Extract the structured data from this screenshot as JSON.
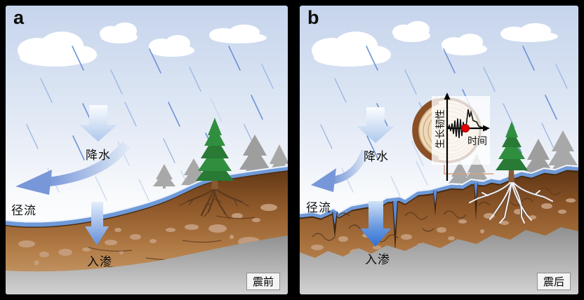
{
  "figure": {
    "panels": [
      {
        "letter": "a",
        "badge": "震前",
        "labels": {
          "precipitation": "降水",
          "runoff": "径流",
          "infiltration": "入渗"
        }
      },
      {
        "letter": "b",
        "badge": "震后",
        "labels": {
          "precipitation": "降水",
          "runoff": "径流",
          "infiltration": "入渗"
        },
        "inset": {
          "y_axis_label": "生长韧性",
          "x_axis_label": "时间",
          "marker_color": "#e60000"
        }
      }
    ],
    "colors": {
      "sky_top": "#c6d4ec",
      "soil_dark": "#5f3514",
      "soil_light": "#cba375",
      "bedrock_gray": "#9a9a9a",
      "water_blue": "#6f9ad9",
      "infiltration_strong_blue": "#2f6fd2",
      "tree_green": "#2f8f3e",
      "background_tree_gray": "#a8a8a8",
      "tree_ring_tan": "#eed9ba"
    }
  }
}
